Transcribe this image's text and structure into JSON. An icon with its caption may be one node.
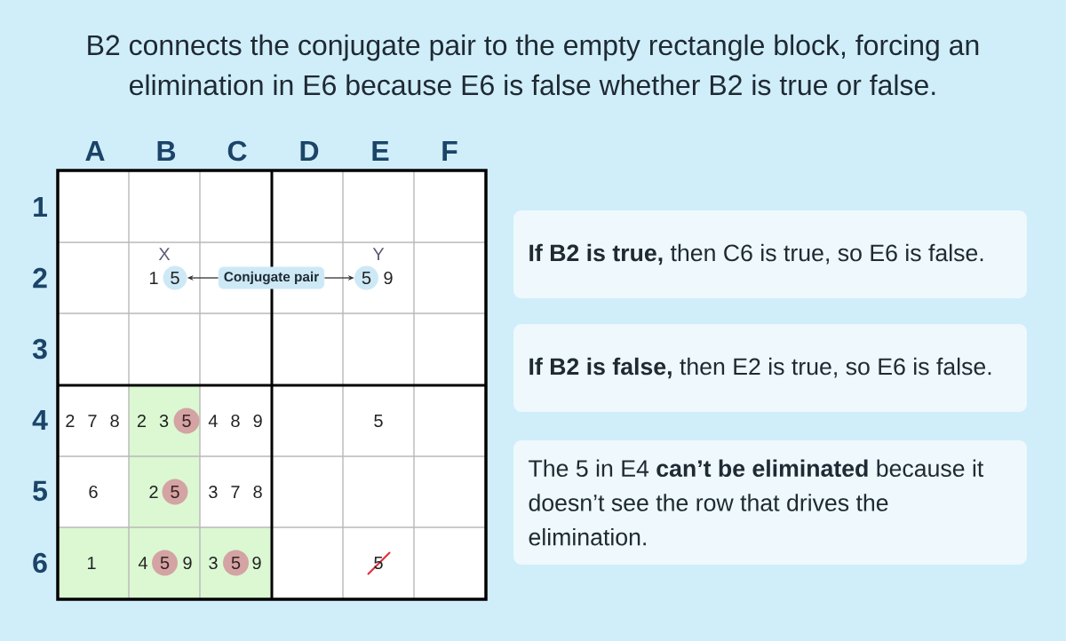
{
  "diagram": {
    "title": "B2 connects the conjugate pair to the empty rectangle block, forcing an elimination in E6 because E6 is false whether B2 is true or false.",
    "nodes": [
      {
        "text": [
          "Conjugate pair"
        ]
      },
      {
        "text": [
          "5"
        ]
      },
      {
        "text": [
          "5"
        ]
      },
      {
        "text": [
          "5"
        ]
      },
      {
        "text": [
          "5"
        ]
      },
      {
        "text": [
          "5"
        ]
      },
      {
        "text": [
          "5"
        ]
      },
      {
        "text": [
          "**If B2 is true,** then C6 is true, so E6 is false."
        ]
      },
      {
        "text": [
          "**If B2 is false,** then E2 is true, so E6 is false."
        ]
      },
      {
        "text": [
          "The 5 in E4 **can’t be eliminated** because it doesn’t see the row that drives the elimination."
        ]
      }
    ],
    "edges": [
      {
        "from": 0,
        "to": 1,
        "arrow": "to"
      },
      {
        "from": 0,
        "to": 2,
        "arrow": "to"
      }
    ],
    "labels": [
      "A",
      "B",
      "C",
      "D",
      "E",
      "F",
      "1",
      "X",
      "Y",
      "2",
      "1",
      "9",
      "3",
      "4",
      "2 7 8",
      "2 3",
      "4 8 9",
      "5",
      "5",
      "6",
      "2",
      "3 7 8",
      "6",
      "1",
      "4",
      "9",
      "3",
      "9",
      "5"
    ]
  }
}
